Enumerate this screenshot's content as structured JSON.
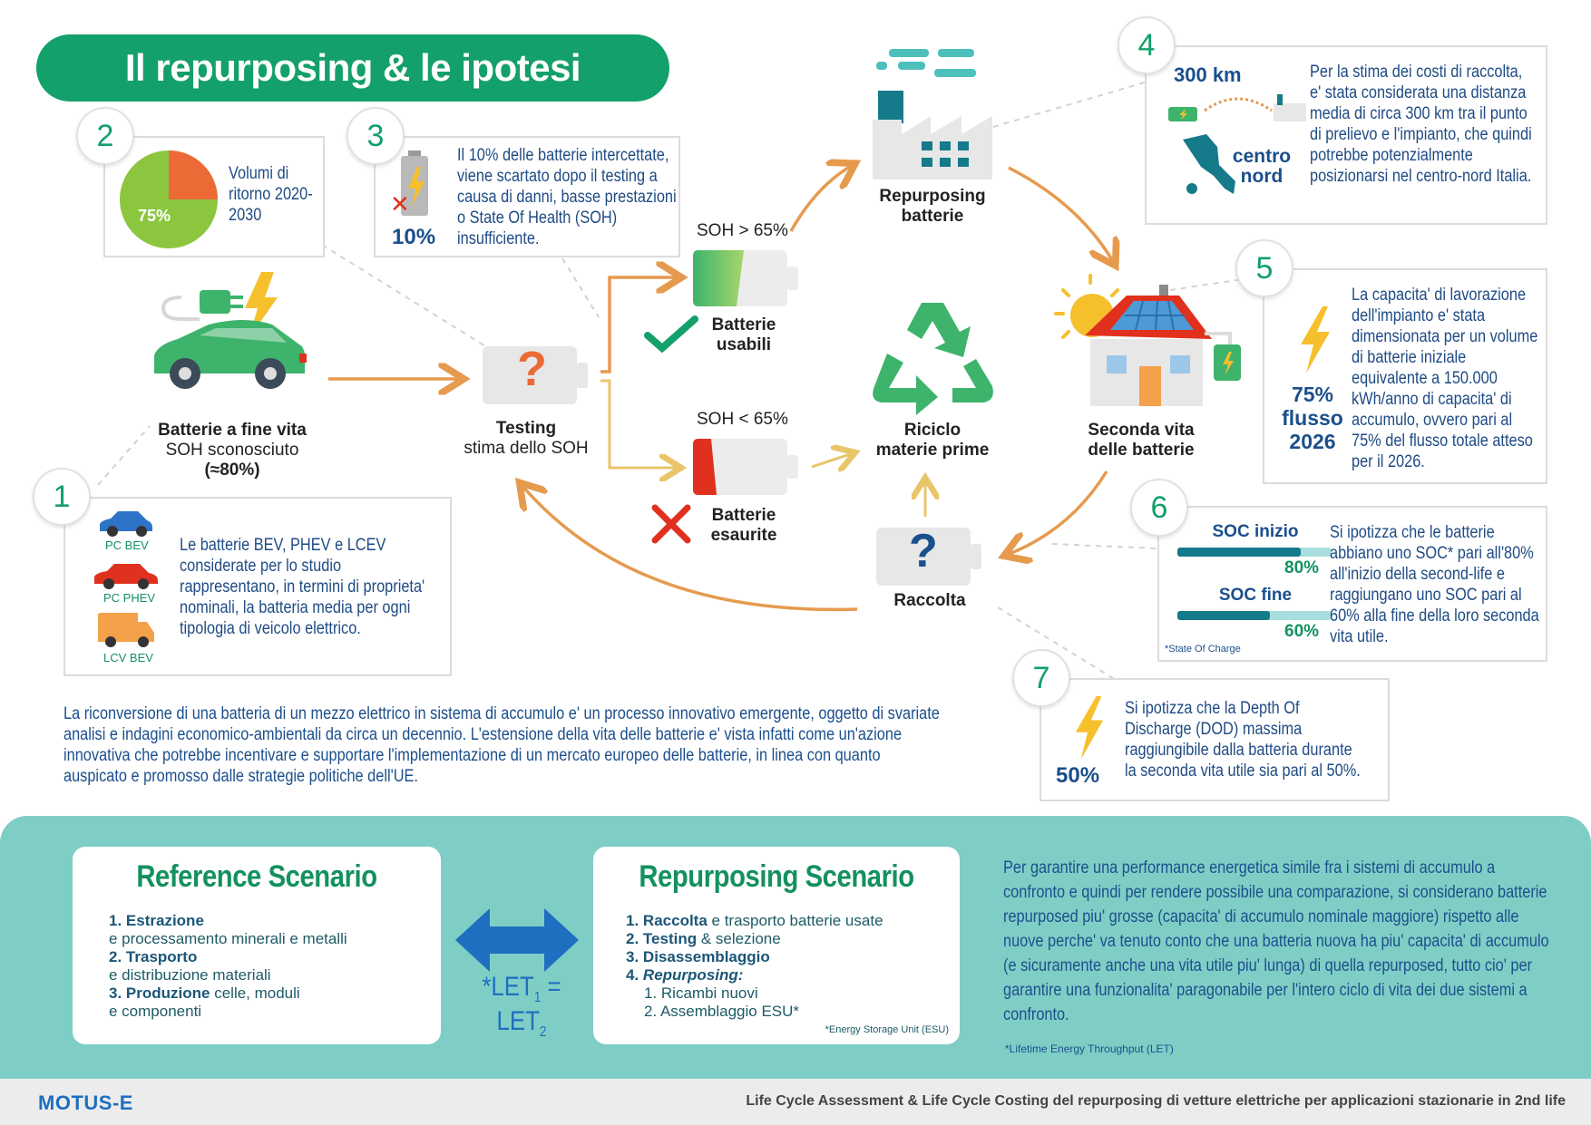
{
  "title": "Il repurposing & le ipotesi",
  "colors": {
    "green": "#13a06a",
    "dark_blue": "#1b4f8c",
    "orange": "#e69a4e",
    "teal_band": "#7fcec6",
    "red": "#e0311e"
  },
  "box1": {
    "num": "1",
    "vehicles": [
      "PC BEV",
      "PC PHEV",
      "LCV BEV"
    ],
    "text": "Le batterie BEV, PHEV e LCEV considerate per lo studio rappresentano, in termini di proprieta' nominali, la batteria media per ogni tipologia di veicolo elettrico."
  },
  "box2": {
    "num": "2",
    "pie_percent": "75%",
    "pie_value": 75,
    "text": "Volumi di ritorno 2020-2030"
  },
  "box3": {
    "num": "3",
    "percent": "10%",
    "text": "Il 10% delle batterie intercettate, viene scartato dopo il testing a causa di danni, basse prestazioni o State Of Health (SOH) insufficiente."
  },
  "box4": {
    "num": "4",
    "distance": "300 km",
    "region": "centro nord",
    "text": "Per la stima dei costi di raccolta, e' stata considerata una distanza media di circa 300 km tra il punto di prelievo e l'impianto, che quindi potrebbe potenzialmente posizionarsi nel centro-nord Italia."
  },
  "box5": {
    "num": "5",
    "percent": "75%",
    "flusso": "flusso",
    "year": "2026",
    "text": "La capacita' di lavorazione dell'impianto e' stata dimensionata per un volume di batterie iniziale equivalente a 150.000 kWh/anno di capacita' di accumulo, ovvero pari al 75% del flusso totale atteso per il 2026."
  },
  "box6": {
    "num": "6",
    "soc_start_label": "SOC inizio",
    "soc_start": "80%",
    "soc_start_value": 80,
    "soc_end_label": "SOC fine",
    "soc_end": "60%",
    "soc_end_value": 60,
    "footnote": "*State Of Charge",
    "text": "Si ipotizza che le batterie abbiano uno SOC* pari all'80% all'inizio della second-life e raggiungano uno SOC pari al 60% alla fine della loro seconda vita utile."
  },
  "box7": {
    "num": "7",
    "percent": "50%",
    "text": "Si ipotizza che la Depth Of Discharge (DOD) massima raggiungibile dalla batteria durante la seconda vita utile sia pari al 50%."
  },
  "flow": {
    "car_l1": "Batterie a fine vita",
    "car_l2": "SOH sconosciuto",
    "car_l3": "(≈80%)",
    "testing_l1": "Testing",
    "testing_l2": "stima dello SOH",
    "soh_high": "SOH > 65%",
    "usable_l1": "Batterie",
    "usable_l2": "usabili",
    "soh_low": "SOH < 65%",
    "dead_l1": "Batterie",
    "dead_l2": "esaurite",
    "repurp_l1": "Repurposing",
    "repurp_l2": "batterie",
    "recycle_l1": "Riciclo",
    "recycle_l2": "materie prime",
    "second_l1": "Seconda vita",
    "second_l2": "delle batterie",
    "raccolta": "Raccolta",
    "question": "?"
  },
  "intro_text": "La riconversione di una batteria di un mezzo elettrico in sistema di accumulo e' un processo innovativo emergente, oggetto di svariate analisi e indagini economico-ambientali da circa un decennio. L'estensione della vita delle batterie e' vista infatti come un'azione innovativa che potrebbe incentivare e supportare l'implementazione di un mercato europeo delle batterie, in linea con quanto auspicato e promosso dalle strategie politiche dell'UE.",
  "reference": {
    "title": "Reference Scenario",
    "items": [
      {
        "n": "1.",
        "b": "Estrazione",
        "r": ""
      },
      {
        "n": "",
        "b": "",
        "r": "e processamento minerali e metalli"
      },
      {
        "n": "2.",
        "b": "Trasporto",
        "r": ""
      },
      {
        "n": "",
        "b": "",
        "r": "e distribuzione materiali"
      },
      {
        "n": "3.",
        "b": "Produzione",
        "r": " celle, moduli"
      },
      {
        "n": "",
        "b": "",
        "r": "e componenti"
      }
    ]
  },
  "repurposing": {
    "title": "Repurposing Scenario",
    "items": [
      {
        "n": "1.",
        "b": "Raccolta",
        "r": " e trasporto batterie usate"
      },
      {
        "n": "2.",
        "b": "Testing",
        "r": " & selezione"
      },
      {
        "n": "3.",
        "b": "Disassemblaggio",
        "r": ""
      },
      {
        "n": "4.",
        "b": "Repurposing:",
        "r": ""
      },
      {
        "n": "",
        "b": "",
        "r": "1. Ricambi nuovi"
      },
      {
        "n": "",
        "b": "",
        "r": "2. Assemblaggio ESU*"
      }
    ],
    "footnote": "*Energy Storage Unit (ESU)"
  },
  "let": {
    "a": "*LET",
    "sub1": "1",
    "eq": " = LET",
    "sub2": "2"
  },
  "comparison_text": "Per garantire una performance energetica simile fra i sistemi di accumulo a confronto e quindi per rendere possibile una comparazione, si considerano batterie repurposed piu' grosse (capacita' di accumulo nominale maggiore) rispetto alle nuove perche' va tenuto conto che una batteria nuova ha piu' capacita' di accumulo (e sicuramente anche una vita utile piu' lunga) di quella repurposed, tutto cio' per garantire una funzionalita' paragonabile per l'intero ciclo di vita dei due sistemi a confronto.",
  "let_footnote": "*Lifetime Energy Throughput (LET)",
  "footer": {
    "logo": "MOTUS-E",
    "text": "Life Cycle Assessment & Life Cycle Costing del repurposing di vetture elettriche per applicazioni stazionarie in 2nd life"
  }
}
